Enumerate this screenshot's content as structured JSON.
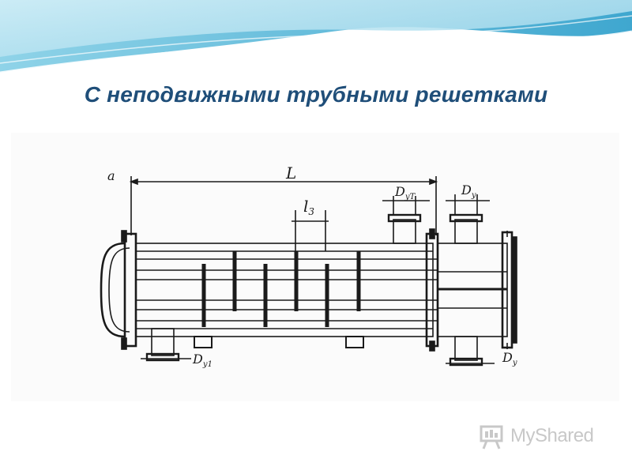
{
  "slide": {
    "title": "С неподвижными трубными решетками"
  },
  "diagram": {
    "labels": {
      "view": "a",
      "length": "L",
      "spacing_l": "l",
      "spacing_sub": "3",
      "dy_letter": "D",
      "dy_sub": "у",
      "dy1_sub": "у1",
      "dy_top_left_sub": "уТ"
    }
  },
  "watermark": {
    "text": "MyShared",
    "icon": "presentation-board-icon"
  },
  "colors": {
    "title": "#1f4e79",
    "wave": "#5fb8d6",
    "line": "#1a1a1a",
    "watermark": "#c8c8c8"
  }
}
